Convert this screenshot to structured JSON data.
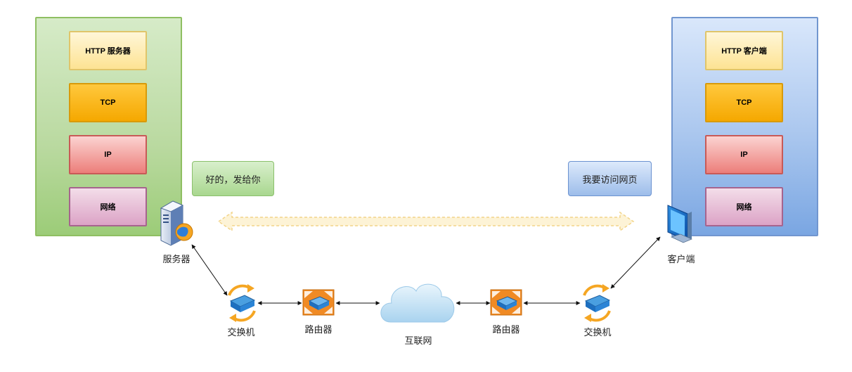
{
  "server": {
    "label": "服务器",
    "layers": {
      "application": "HTTP 服务器",
      "transport": "TCP",
      "network": "IP",
      "link": "网络"
    },
    "message": "好的，发给你"
  },
  "client": {
    "label": "客户端",
    "layers": {
      "application": "HTTP 客户端",
      "transport": "TCP",
      "network": "IP",
      "link": "网络"
    },
    "message": "我要访问网页"
  },
  "path": {
    "switch_left": "交换机",
    "router_left": "路由器",
    "internet": "互联网",
    "router_right": "路由器",
    "switch_right": "交换机"
  },
  "colors": {
    "server_stack": "#b9d99f",
    "client_stack": "#a9c6ee",
    "tcp_layer": "#f5a800",
    "ip_layer": "#ec7e7a",
    "net_layer": "#dca3c6",
    "router": "#f08a24",
    "switch_arrows": "#f5a623",
    "cloud": "#bfe0f5"
  },
  "icons": [
    "server-icon",
    "client-monitor-icon",
    "switch-icon",
    "router-icon",
    "cloud-icon"
  ]
}
